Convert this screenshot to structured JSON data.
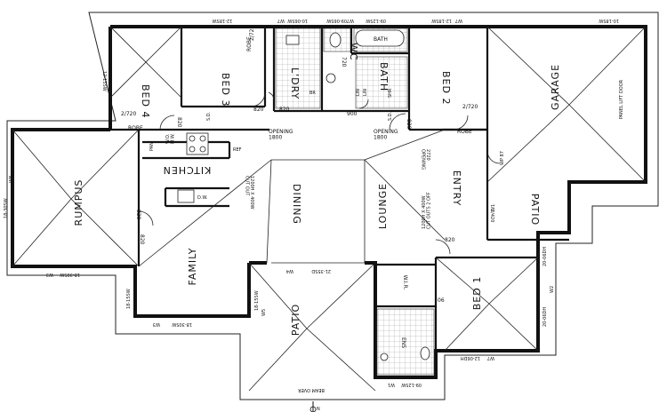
{
  "rooms": {
    "bed4": "BED 4",
    "bed3": "BED 3",
    "ldry": "L'DRY",
    "wc": "WC",
    "bath": "BATH",
    "bath_label": "BATH",
    "bed2": "BED 2",
    "garage": "GARAGE",
    "rumpus": "RUMPUS",
    "kitchen": "KITCHEN",
    "dining": "DINING",
    "lounge": "LOUNGE",
    "entry": "ENTRY",
    "family": "FAMILY",
    "patio_main": "PATIO",
    "patio_side": "PATIO",
    "bed1": "BED 1",
    "wir": "W.I.R.",
    "ens": "ENS",
    "robe_left": "ROBE",
    "robe_right": "ROBE",
    "robe_bed3": "ROBE",
    "lin1": "LIN",
    "lin2": "LIN",
    "shr": "SHR",
    "br": "BR",
    "pan": "PAN",
    "ref": "REF",
    "dw": "D.W.",
    "wo_mw": "W.O.\nM.W."
  },
  "labels": {
    "door_820_a": "820",
    "door_820_b": "820",
    "door_820_c": "820",
    "door_820_d": "820",
    "door_820_e": "820",
    "door_820_f": "820",
    "door_820_g": "820",
    "door_2720_a": "2/720",
    "door_2720_b": "2/720",
    "door_2720_c": "2/720",
    "door_720": "720",
    "door_900": "900",
    "opening_1800_a": "OPENING\n1800",
    "opening_1800_b": "OPENING\n1800",
    "opening_2720": "2720\nOPENING",
    "cutout": "1200H X 400W\nCUT OUT",
    "cutouts_2off": "1200H X 400W\nCUT OUTS 2 OFF",
    "panel_lift": "PANEL LIFT DOOR",
    "beam_over": "BEAM OVER",
    "sd": "S.D.",
    "w_label": "W1",
    "wp87": "WP 87",
    "num_06": "06",
    "num_2420": "2/420"
  },
  "windows": {
    "top1": "12-18SW",
    "top2": "W7",
    "top3": "10-06SW",
    "top4": "09-06SW",
    "top5": "W7",
    "top6": "09-12SW",
    "top7": "12-18SW",
    "top8": "W7",
    "top9": "10-18SW",
    "left_bed4": "12-15SW",
    "rumpus_left": "18-30SW",
    "rumpus_bottom": "18-30SW",
    "rumpus_w3": "W3",
    "family_left": "18-15SW",
    "family_w4": "W4",
    "family_bottom": "18-30SW",
    "family_w3": "W3",
    "patio_top": "21-35SD",
    "patio_w4": "W4",
    "patio_left": "18-15SW",
    "patio_w5": "W5",
    "bed1_right_a": "20-06DH",
    "bed1_right_b": "20-06DH",
    "bed1_w2": "W2",
    "bed1_bottom": "12-06DH",
    "bed1_w7": "W7",
    "ens_bottom": "09-12SW",
    "ens_w1": "W1",
    "w8": "W8"
  },
  "north_symbol": "N"
}
